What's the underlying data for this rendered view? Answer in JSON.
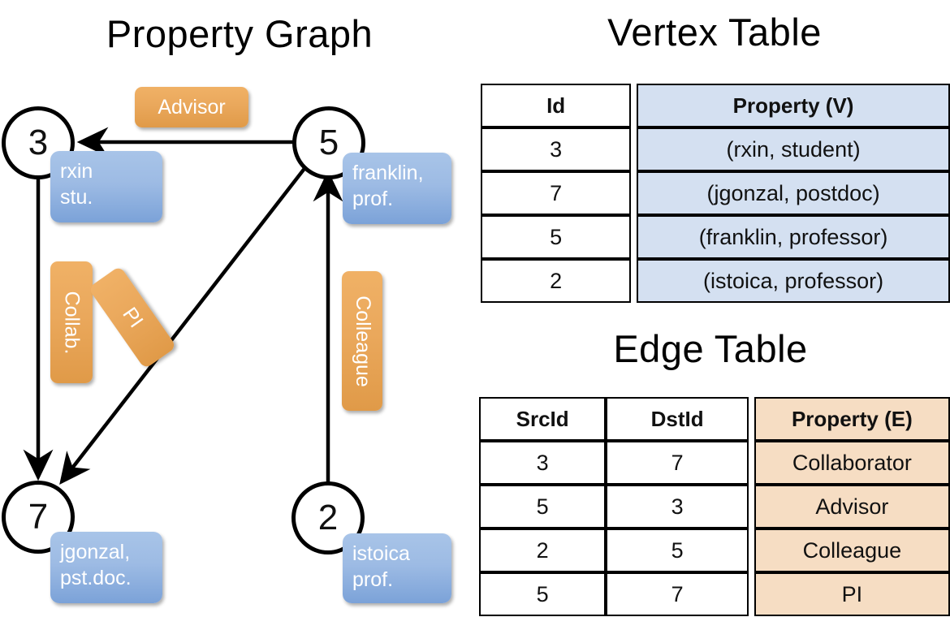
{
  "titles": {
    "graph": "Property Graph",
    "vertex_table": "Vertex Table",
    "edge_table": "Edge Table"
  },
  "graph": {
    "nodes": [
      {
        "id": "3",
        "property": "rxin\nstu."
      },
      {
        "id": "5",
        "property": "franklin,\nprof."
      },
      {
        "id": "7",
        "property": "jgonzal,\npst.doc."
      },
      {
        "id": "2",
        "property": "istoica\nprof."
      }
    ],
    "node_labels": {
      "n3": "3",
      "n5": "5",
      "n7": "7",
      "n2": "2"
    },
    "property_labels": {
      "p3_line1": "rxin",
      "p3_line2": "stu.",
      "p5_line1": "franklin,",
      "p5_line2": "prof.",
      "p7_line1": "jgonzal,",
      "p7_line2": "pst.doc.",
      "p2_line1": "istoica",
      "p2_line2": "prof."
    },
    "edge_labels": {
      "advisor": "Advisor",
      "collab": "Collab.",
      "pi": "PI",
      "colleague": "Colleague"
    },
    "colors": {
      "vertex_box": "#9dbbe4",
      "edge_box": "#eaa85c",
      "stroke": "#000000"
    }
  },
  "vertex_table": {
    "headers": [
      "Id",
      "Property (V)"
    ],
    "rows": [
      {
        "id": "3",
        "property": "(rxin, student)"
      },
      {
        "id": "7",
        "property": "(jgonzal, postdoc)"
      },
      {
        "id": "5",
        "property": "(franklin, professor)"
      },
      {
        "id": "2",
        "property": "(istoica, professor)"
      }
    ],
    "header_fill": "#d4e0f1"
  },
  "edge_table": {
    "headers": [
      "SrcId",
      "DstId",
      "Property (E)"
    ],
    "rows": [
      {
        "src": "3",
        "dst": "7",
        "property": "Collaborator"
      },
      {
        "src": "5",
        "dst": "3",
        "property": "Advisor"
      },
      {
        "src": "2",
        "dst": "5",
        "property": "Colleague"
      },
      {
        "src": "5",
        "dst": "7",
        "property": "PI"
      }
    ],
    "header_fill": "#f6ddc3"
  }
}
